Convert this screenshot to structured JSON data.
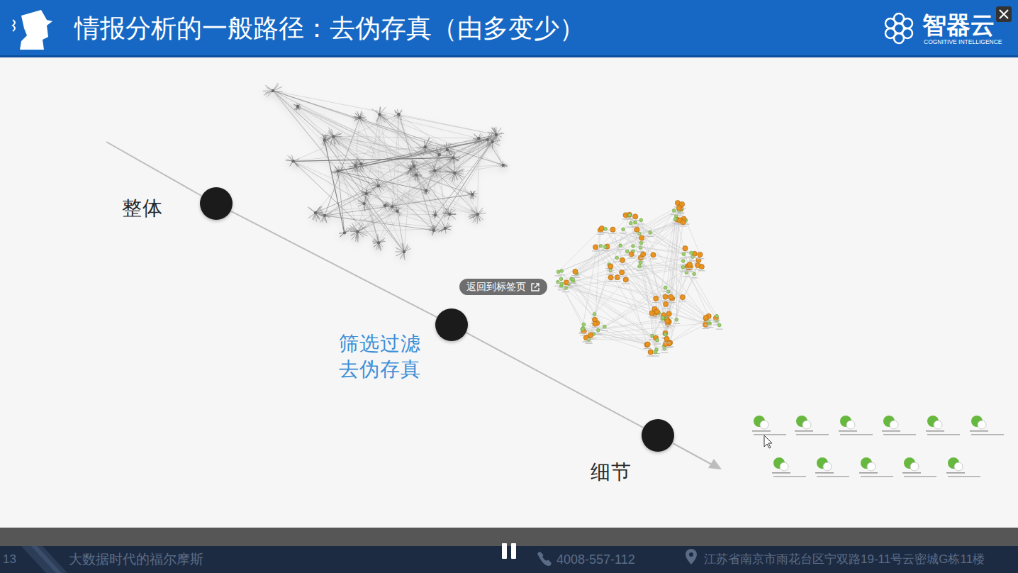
{
  "diagram": {
    "title": "情报分析的一般路径：去伪存真（由多变少）",
    "nodes": [
      {
        "text": [
          "整体"
        ]
      },
      {
        "text": [
          "筛选过滤 去伪存真"
        ]
      },
      {
        "text": [
          "细节"
        ]
      }
    ],
    "edges": [
      {
        "from": 0,
        "to": 1,
        "arrow": "none"
      },
      {
        "from": 1,
        "to": 2,
        "arrow": "none"
      }
    ],
    "labels": [
      "智器云",
      "COGNITIVE INTELLIGENCE",
      "返回到标签页",
      "13",
      "大数据时代的福尔摩斯",
      "4008-557-112",
      "江苏省南京市雨花台区宁双路19-11号云密城G栋11楼"
    ]
  }
}
